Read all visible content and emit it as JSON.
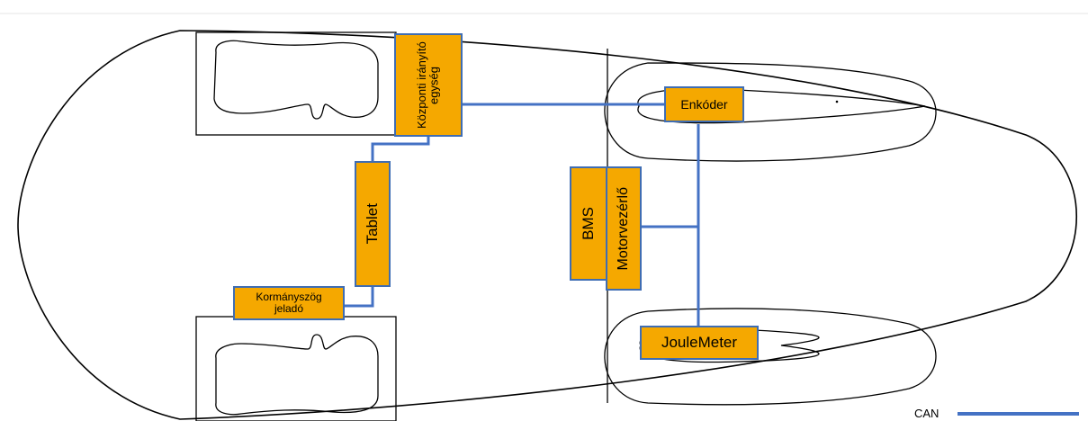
{
  "components": {
    "central_unit": "Központi irányító egység",
    "tablet": "Tablet",
    "steering": "Kormányszög jeladó",
    "encoder": "Enkóder",
    "bms": "BMS",
    "motor_controller": "Motorvezérlő",
    "joulemeter": "JouleMeter"
  },
  "legend": {
    "can_label": "CAN",
    "can_color": "#4472c4"
  },
  "colors": {
    "box_fill": "#f5a800",
    "box_border": "#3f6db3",
    "outline": "#000000"
  }
}
